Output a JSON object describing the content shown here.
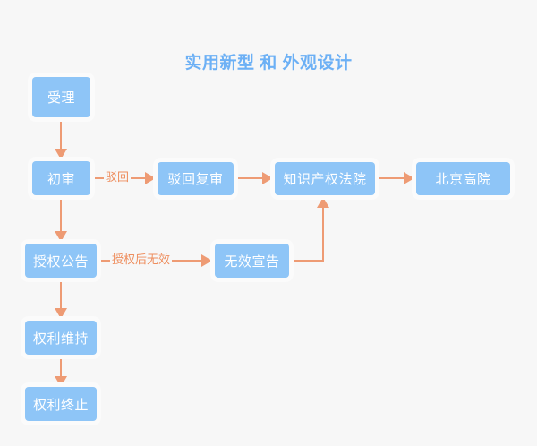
{
  "diagram": {
    "title": "实用新型 和 外观设计",
    "background_color": "#f7f7f7",
    "node_fill_color": "#8ec5f7",
    "node_text_color": "#ffffff",
    "connector_color": "#ee9b74",
    "label_text_color": "#ee8e5e",
    "title_color": "#6cb0f5",
    "type": "flowchart",
    "nodes": [
      {
        "id": "shouli",
        "label": "受理"
      },
      {
        "id": "chushen",
        "label": "初审"
      },
      {
        "id": "bohui-fushen",
        "label": "驳回复审"
      },
      {
        "id": "zhishi-fayuan",
        "label": "知识产权法院"
      },
      {
        "id": "beijing-gaoyuan",
        "label": "北京高院"
      },
      {
        "id": "shouquan-gonggao",
        "label": "授权公告"
      },
      {
        "id": "wuxiao-xuangao",
        "label": "无效宣告"
      },
      {
        "id": "quanli-weichi",
        "label": "权利维持"
      },
      {
        "id": "quanli-zhongzhi",
        "label": "权利终止"
      }
    ],
    "edges": [
      {
        "from": "shouli",
        "to": "chushen",
        "label": ""
      },
      {
        "from": "chushen",
        "to": "bohui-fushen",
        "label": "驳回"
      },
      {
        "from": "bohui-fushen",
        "to": "zhishi-fayuan",
        "label": ""
      },
      {
        "from": "zhishi-fayuan",
        "to": "beijing-gaoyuan",
        "label": ""
      },
      {
        "from": "chushen",
        "to": "shouquan-gonggao",
        "label": ""
      },
      {
        "from": "shouquan-gonggao",
        "to": "wuxiao-xuangao",
        "label": "授权后无效"
      },
      {
        "from": "wuxiao-xuangao",
        "to": "zhishi-fayuan",
        "label": ""
      },
      {
        "from": "shouquan-gonggao",
        "to": "quanli-weichi",
        "label": ""
      },
      {
        "from": "quanli-weichi",
        "to": "quanli-zhongzhi",
        "label": ""
      }
    ],
    "edge_labels": {
      "bohui": "驳回",
      "shouquan_hou_wuxiao": "授权后无效"
    }
  }
}
